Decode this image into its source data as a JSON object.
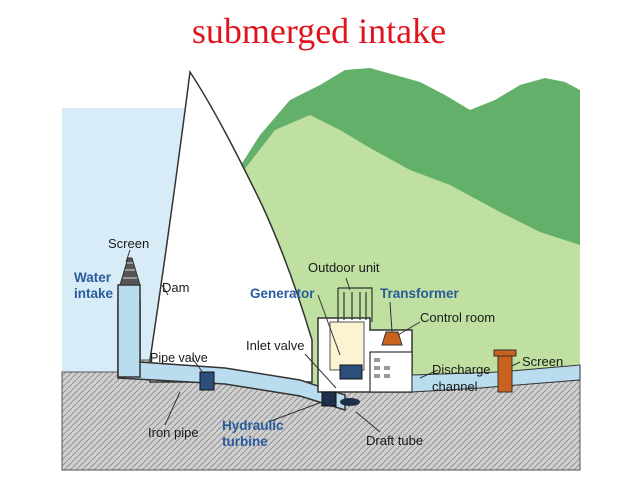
{
  "title": "submerged intake",
  "labels": {
    "screen_left": "Screen",
    "water_intake_1": "Water",
    "water_intake_2": "intake",
    "dam": "Dam",
    "outdoor_unit": "Outdoor unit",
    "generator": "Generator",
    "transformer": "Transformer",
    "control_room": "Control room",
    "inlet_valve": "Inlet valve",
    "pipe_valve": "Pipe valve",
    "discharge_1": "Discharge",
    "discharge_2": "channel",
    "screen_right": "Screen",
    "iron_pipe": "Iron pipe",
    "hydraulic_1": "Hydraulic",
    "hydraulic_2": "turbine",
    "draft_tube": "Draft tube"
  },
  "colors": {
    "title": "#e0141e",
    "water": "#d8ecf7",
    "mountain_back": "#63b06a",
    "mountain_front": "#bfe0a0",
    "ground": "#c8c8c8",
    "label_blue": "#2a5b9c",
    "screen_orange": "#c8621e"
  }
}
